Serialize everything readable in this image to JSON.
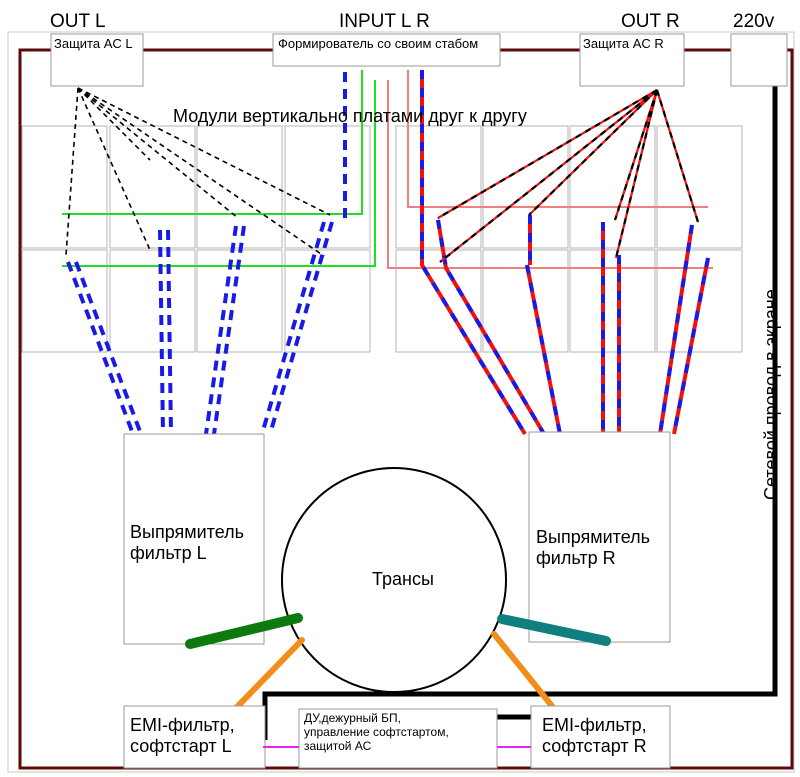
{
  "header": {
    "out_l": "OUT  L",
    "input": "INPUT  L  R",
    "out_r": "OUT  R",
    "mains": "220v"
  },
  "labels": {
    "modules_caption": "Модули вертикально платами друг к другу",
    "mains_cable": "Сетевой провод в экране"
  },
  "blocks": {
    "protection_l": "Защита AC L",
    "shaper": "Формирователь со своим стабом",
    "protection_r": "Защита AC R",
    "rectifier_l": [
      "Выпрямитель",
      "фильтр L"
    ],
    "rectifier_r": [
      "Выпрямитель",
      "фильтр R"
    ],
    "transformers": "Трансы",
    "emi_l": [
      "EMI-фильтр,",
      "софтстарт L"
    ],
    "emi_r": [
      "EMI-фильтр,",
      "софтстарт R"
    ],
    "control": [
      "ДУ,дежурный БП,",
      "управление софтстартом,",
      "защитой АС"
    ]
  },
  "colors": {
    "chassis": "#5c0a0a",
    "input_l_wire": "#22dd22",
    "input_r_wire": "#f08080",
    "supply_blue": "#1a1ae6",
    "supply_red": "#ee1111",
    "signal_dash": "#000000",
    "transformer_lead_green": "#0d7a0d",
    "transformer_lead_teal": "#0f7f7f",
    "transformer_lead_orange": "#f28c1a",
    "mains_cable": "#000000",
    "control_link": "#ee22ee"
  }
}
